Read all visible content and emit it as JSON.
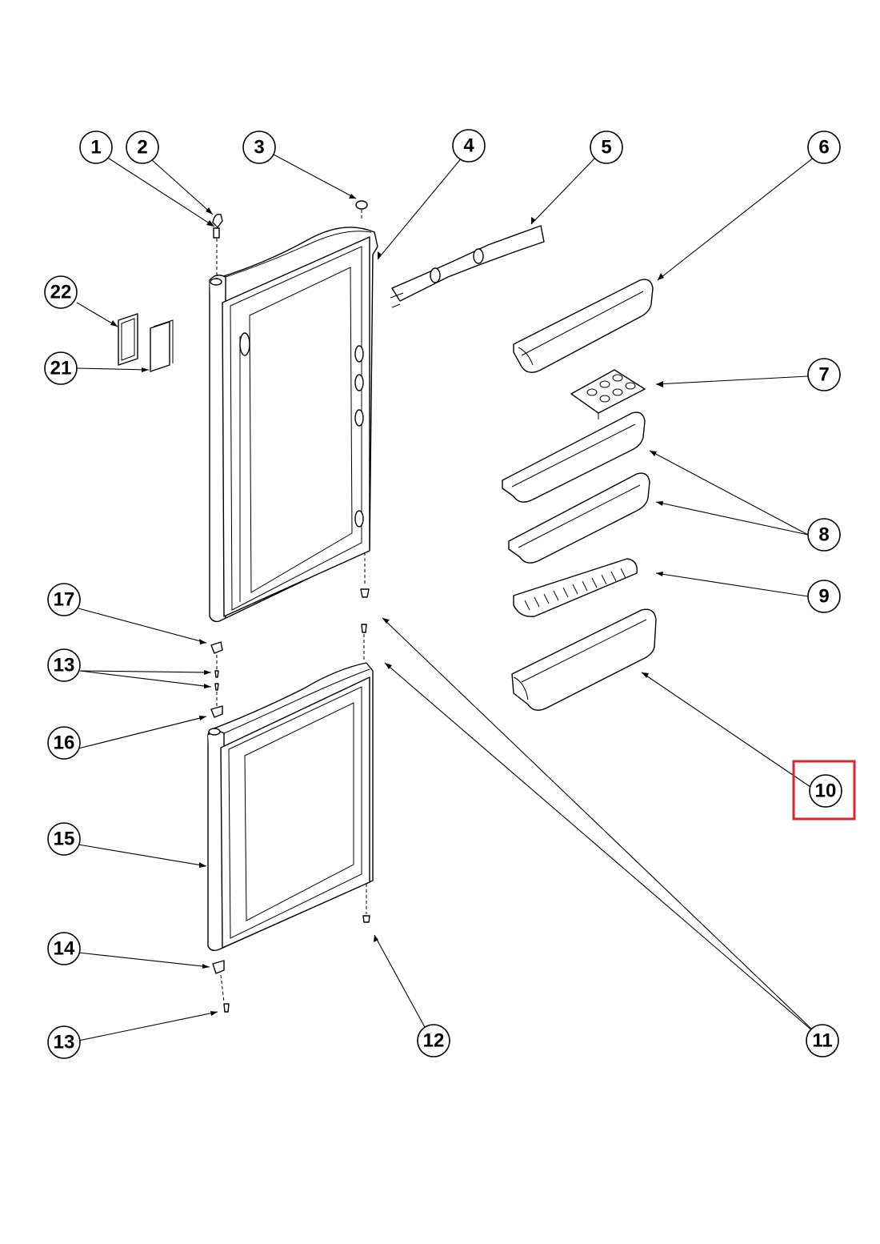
{
  "callouts": [
    {
      "id": "c1",
      "label": "1"
    },
    {
      "id": "c2",
      "label": "2"
    },
    {
      "id": "c3",
      "label": "3"
    },
    {
      "id": "c4",
      "label": "4"
    },
    {
      "id": "c5",
      "label": "5"
    },
    {
      "id": "c6",
      "label": "6"
    },
    {
      "id": "c7",
      "label": "7"
    },
    {
      "id": "c8",
      "label": "8"
    },
    {
      "id": "c9",
      "label": "9"
    },
    {
      "id": "c10",
      "label": "10"
    },
    {
      "id": "c11",
      "label": "11"
    },
    {
      "id": "c12",
      "label": "12"
    },
    {
      "id": "c13a",
      "label": "13"
    },
    {
      "id": "c13b",
      "label": "13"
    },
    {
      "id": "c14",
      "label": "14"
    },
    {
      "id": "c15",
      "label": "15"
    },
    {
      "id": "c16",
      "label": "16"
    },
    {
      "id": "c17",
      "label": "17"
    },
    {
      "id": "c21",
      "label": "21"
    },
    {
      "id": "c22",
      "label": "22"
    }
  ],
  "highlight": {
    "target": "10",
    "color": "#d9262e"
  }
}
